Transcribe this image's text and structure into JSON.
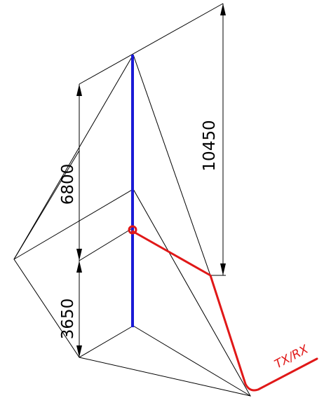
{
  "dimensions": {
    "total_height": "10450",
    "upper_height": "6800",
    "lower_height": "3650"
  },
  "label": "TX/RX",
  "colors": {
    "lines": "#000000",
    "mast": "#1a1ad6",
    "cable": "#e01818"
  }
}
